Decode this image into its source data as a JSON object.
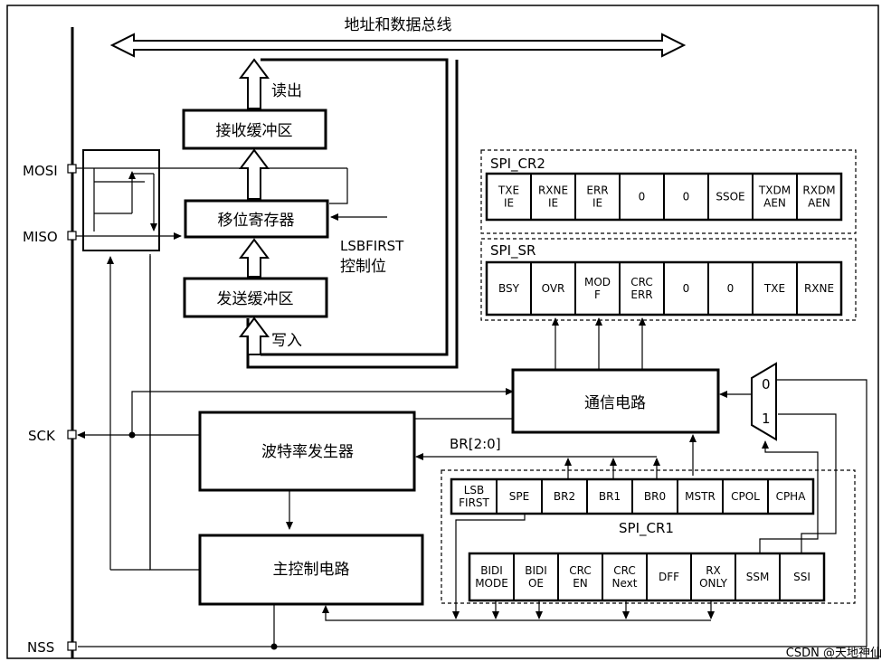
{
  "bus": {
    "label": "地址和数据总线"
  },
  "pins": {
    "mosi": "MOSI",
    "miso": "MISO",
    "sck": "SCK",
    "nss": "NSS"
  },
  "blocks": {
    "rx_buffer": "接收缓冲区",
    "shift_register": "移位寄存器",
    "tx_buffer": "发送缓冲区",
    "comm_circuit": "通信电路",
    "baud_gen": "波特率发生器",
    "master_ctrl": "主控制电路"
  },
  "labels": {
    "read_out": "读出",
    "write_in": "写入",
    "lsbfirst_line1": "LSBFIRST",
    "lsbfirst_line2": "控制位",
    "br_bits": "BR[2:0]",
    "mux_0": "0",
    "mux_1": "1",
    "watermark": "CSDN @天地神仙"
  },
  "registers": {
    "cr2": {
      "name": "SPI_CR2",
      "bits": [
        [
          "TXE",
          "IE"
        ],
        [
          "RXNE",
          "IE"
        ],
        [
          "ERR",
          "IE"
        ],
        [
          "0"
        ],
        [
          "0"
        ],
        [
          "SSOE"
        ],
        [
          "TXDM",
          "AEN"
        ],
        [
          "RXDM",
          "AEN"
        ]
      ]
    },
    "sr": {
      "name": "SPI_SR",
      "bits": [
        [
          "BSY"
        ],
        [
          "OVR"
        ],
        [
          "MOD",
          "F"
        ],
        [
          "CRC",
          "ERR"
        ],
        [
          "0"
        ],
        [
          "0"
        ],
        [
          "TXE"
        ],
        [
          "RXNE"
        ]
      ]
    },
    "cr1_top": {
      "name": "SPI_CR1",
      "bits": [
        [
          "LSB",
          "FIRST"
        ],
        [
          "SPE"
        ],
        [
          "BR2"
        ],
        [
          "BR1"
        ],
        [
          "BR0"
        ],
        [
          "MSTR"
        ],
        [
          "CPOL"
        ],
        [
          "CPHA"
        ]
      ]
    },
    "cr1_bottom": {
      "bits": [
        [
          "BIDI",
          "MODE"
        ],
        [
          "BIDI",
          "OE"
        ],
        [
          "CRC",
          "EN"
        ],
        [
          "CRC",
          "Next"
        ],
        [
          "DFF"
        ],
        [
          "RX",
          "ONLY"
        ],
        [
          "SSM"
        ],
        [
          "SSI"
        ]
      ]
    }
  }
}
